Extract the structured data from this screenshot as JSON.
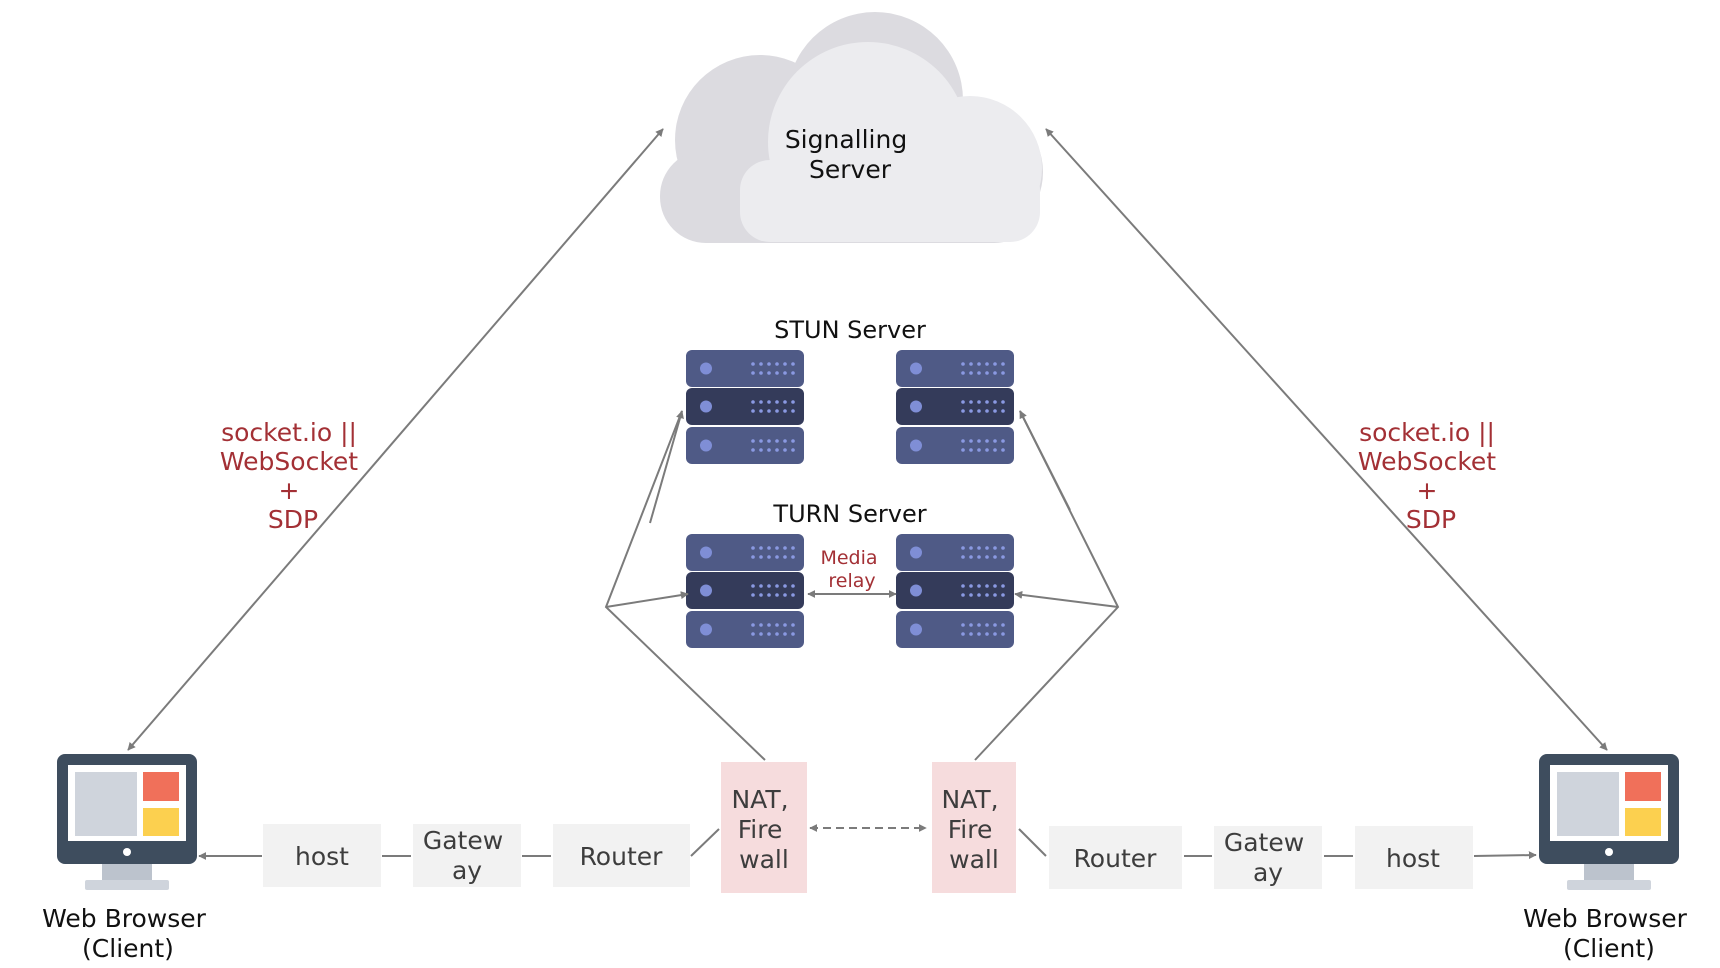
{
  "signalling": {
    "line1": "Signalling",
    "line2": "Server"
  },
  "stun": {
    "title": "STUN Server"
  },
  "turn": {
    "title": "TURN Server",
    "relay_line1": "Media",
    "relay_line2": "relay"
  },
  "left_channel": {
    "line1": "socket.io ||",
    "line2": "WebSocket",
    "line3": "+",
    "line4": "SDP"
  },
  "right_channel": {
    "line1": "socket.io ||",
    "line2": "WebSocket",
    "line3": "+",
    "line4": "SDP"
  },
  "left_client": {
    "line1": "Web Browser",
    "line2": "(Client)"
  },
  "right_client": {
    "line1": "Web Browser",
    "line2": "(Client)"
  },
  "left_chain": {
    "host": "host",
    "gateway_line1": "Gatew",
    "gateway_line2": "ay",
    "router": "Router",
    "nat_line1": "NAT,",
    "nat_line2": "Fire",
    "nat_line3": "wall"
  },
  "right_chain": {
    "host": "host",
    "gateway_line1": "Gatew",
    "gateway_line2": "ay",
    "router": "Router",
    "nat_line1": "NAT,",
    "nat_line2": "Fire",
    "nat_line3": "wall"
  },
  "colors": {
    "label_red": "#a33035",
    "server_light": "#4f5a86",
    "server_dark": "#343b5a",
    "monitor_frame": "#3e4d5e",
    "cloud_back": "#dcdbe0",
    "cloud_front": "#ececef",
    "nat_box": "#f6dcdd",
    "chain_box": "#f2f2f2"
  }
}
